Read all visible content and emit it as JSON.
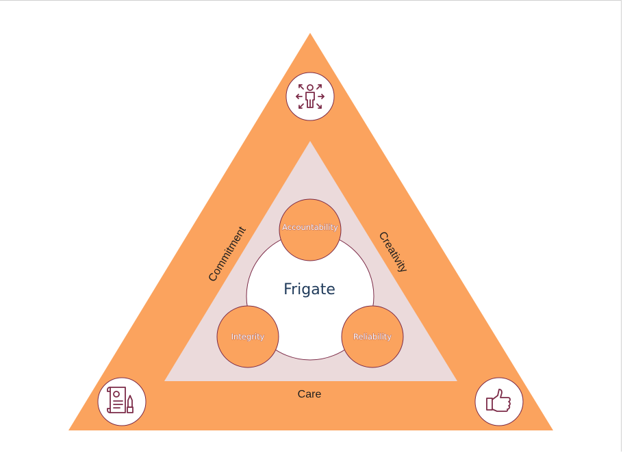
{
  "diagram": {
    "center": "Frigate",
    "values": [
      "Accountability",
      "Integrity",
      "Reliability"
    ],
    "sides": {
      "left": "Commitment",
      "right": "Creativity",
      "bottom": "Care"
    },
    "icons": {
      "top": "person-outward-arrows-icon",
      "bottom_left": "document-certificate-pen-icon",
      "bottom_right": "thumbs-up-icon"
    },
    "colors": {
      "outer_triangle": "#fba35e",
      "inner_triangle": "#ebdadb",
      "circle_fill": "#fba35e",
      "circle_stroke": "#7b2a47",
      "icon_stroke": "#7b2a47",
      "center_text": "#1f3a5a"
    }
  }
}
